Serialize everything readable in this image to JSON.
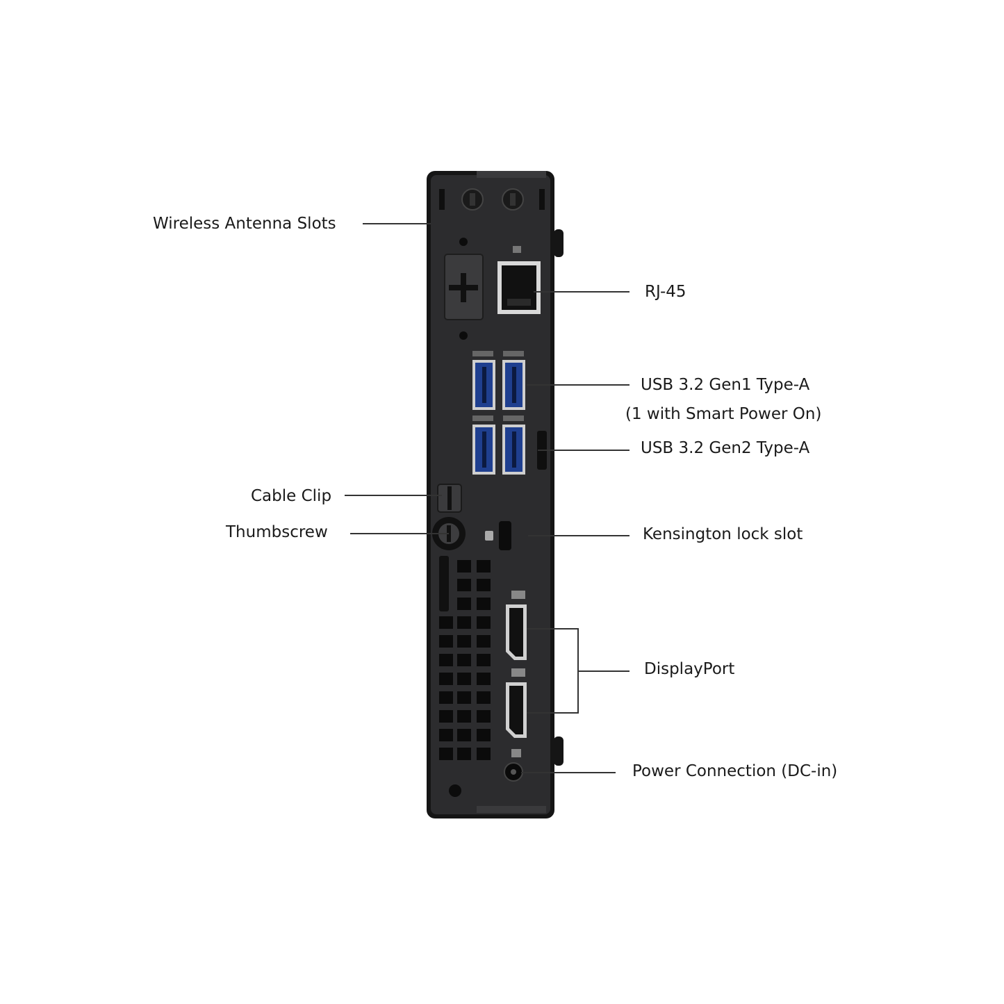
{
  "labels": {
    "wireless_antenna_slots": "Wireless Antenna Slots",
    "rj45": "RJ-45",
    "usb_gen1_line1": "USB 3.2 Gen1 Type-A",
    "usb_gen1_line2": "(1 with Smart Power On)",
    "usb_gen2": "USB 3.2 Gen2 Type-A",
    "cable_clip": "Cable Clip",
    "thumbscrew": "Thumbscrew",
    "kensington_lock_slot": "Kensington lock slot",
    "displayport": "DisplayPort",
    "power_connection": "Power Connection (DC-in)"
  },
  "colors": {
    "chassis": "#2b2b2d",
    "chassis_edge": "#141414",
    "port_blue": "#1f3f8f",
    "leader_line": "#333333"
  }
}
